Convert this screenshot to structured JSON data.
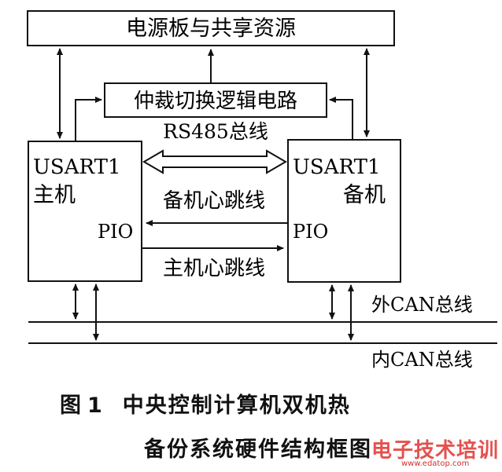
{
  "diagram": {
    "power_board": "电源板与共享资源",
    "arbitration": "仲裁切换逻辑电路",
    "rs485": "RS485总线",
    "master": {
      "usart": "USART1",
      "role": "主机",
      "pio": "PIO"
    },
    "backup": {
      "usart": "USART1",
      "role": "备机",
      "pio": "PIO"
    },
    "backup_heartbeat": "备机心跳线",
    "master_heartbeat": "主机心跳线",
    "outer_can": "外CAN总线",
    "inner_can": "内CAN总线"
  },
  "caption": {
    "fig_label": "图",
    "fig_num": "1",
    "line1": "中央控制计算机双机热",
    "line2": "备份系统硬件结构框图"
  },
  "watermark": {
    "text": "电子技术培训",
    "url": "www.edatop.com"
  }
}
